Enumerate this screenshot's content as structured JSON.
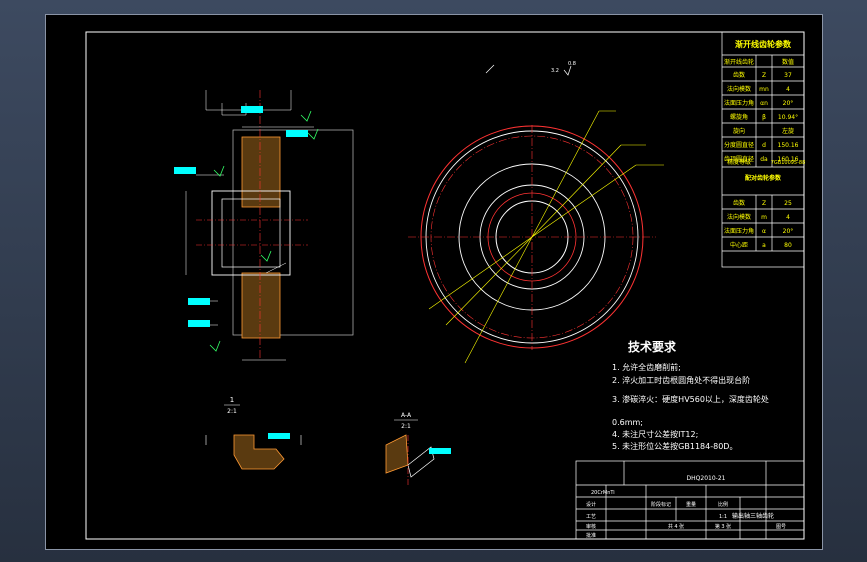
{
  "params_table": {
    "title": "渐开线齿轮参数",
    "header": [
      "渐开线齿轮",
      "数值"
    ],
    "rows": [
      {
        "name": "齿数",
        "sym": "Z",
        "val": "37"
      },
      {
        "name": "法向模数",
        "sym": "mn",
        "val": "4"
      },
      {
        "name": "法面压力角",
        "sym": "αn",
        "val": "20°"
      },
      {
        "name": "螺旋角",
        "sym": "β",
        "val": "10.94°"
      },
      {
        "name": "旋向",
        "sym": "",
        "val": "左旋"
      },
      {
        "name": "分度圆直径",
        "sym": "d",
        "val": "150.16"
      },
      {
        "name": "齿顶圆直径",
        "sym": "da",
        "val": "160.16"
      },
      {
        "name": "精度等级",
        "sym": "",
        "val": "7GB10095-88"
      }
    ],
    "mating_title": "配对齿轮参数",
    "mating_rows": [
      {
        "name": "齿数",
        "sym": "Z",
        "val": "25"
      },
      {
        "name": "法向模数",
        "sym": "m",
        "val": "4"
      },
      {
        "name": "法面压力角",
        "sym": "α",
        "val": "20°"
      },
      {
        "name": "中心距",
        "sym": "a",
        "val": "80"
      }
    ]
  },
  "tech_req": {
    "title": "技术要求",
    "items": [
      "1. 允许全齿磨削前;",
      "2. 淬火加工时齿根圆角处不得出现台阶",
      "3. 渗碳淬火：硬度HV560以上，深度齿轮处",
      "0.6mm;",
      "4. 未注尺寸公差按IT12;",
      "5. 未注形位公差按GB1184-80D。"
    ]
  },
  "section_labels": {
    "detail_1": "1",
    "detail_1_scale": "2:1",
    "detail_a": "A-A",
    "detail_a_scale": "2:1",
    "roughness": "3.2",
    "center_note": "0.8"
  },
  "title_block": {
    "drawing_no": "DHQ2010-21",
    "part_name": "输出轴三轴齿轮",
    "scale": "1:1",
    "sheet_total": "共 4 张",
    "sheet_no": "第 3 张",
    "material": "20CrMnTi",
    "designer": "设计",
    "reviewer": "审核",
    "process": "工艺",
    "approve": "批准",
    "stage_label": "阶段标记",
    "weight_label": "重量",
    "ratio_label": "比例",
    "drawing_label": "图号"
  }
}
